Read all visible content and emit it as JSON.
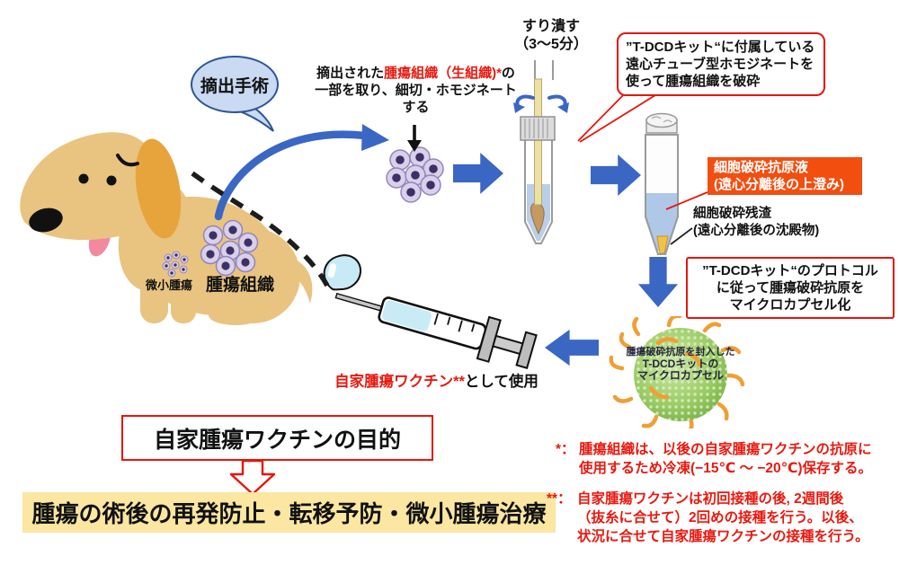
{
  "colors": {
    "flow_arrow_blue": "#3A67C4",
    "red_accent": "#E8140C",
    "red_text": "#E8190F",
    "orange_box_bg": "#F24E10",
    "yellow_box_bg": "#FBE6A2",
    "dog_body": "#E9C480",
    "dog_ear": "#E8A43C",
    "capsule_green": "#8FC25B",
    "bubble_fill": "#C9DAF2",
    "bubble_border": "#2D5597"
  },
  "dog": {
    "surgery_bubble": "摘出手術",
    "micro_tumor_label": "微小腫瘍",
    "tumor_tissue_label": "腫瘍組織"
  },
  "extraction_note": {
    "prefix": "摘出された",
    "highlight": "腫瘍組織（生組織)*",
    "suffix": "の",
    "line2": "一部を取り、細切・ホモジネート",
    "line3": "する"
  },
  "grind": {
    "line1": "すり潰す",
    "line2": "（3～5分）"
  },
  "homogenate_box": {
    "line1": "”T-DCDキット“に付属している",
    "line2": "遠心チューブ型ホモジネートを",
    "line3": "使って腫瘍組織を破砕"
  },
  "antigen_box": {
    "line1": "細胞破砕抗原液",
    "line2": "(遠心分離後の上澄み)"
  },
  "residue": {
    "line1": "細胞破砕残渣",
    "line2": "(遠心分離後の沈殿物)"
  },
  "protocol_box": {
    "line1": "”T-DCDキット“のプロトコル",
    "line2": "に従って腫瘍破砕抗原を",
    "line3": "マイクロカプセル化"
  },
  "capsule_label": {
    "line1": "腫瘍破砕抗原を封入した",
    "line2": "T-DCDキットの",
    "line3": "マイクロカプセル"
  },
  "vaccine_use": {
    "highlight": "自家腫瘍ワクチン**",
    "suffix": "として使用"
  },
  "purpose": {
    "title": "自家腫瘍ワクチンの目的",
    "result": "腫瘍の術後の再発防止・転移予防・微小腫瘍治療"
  },
  "footnotes": {
    "note1_marker": "*：",
    "note1_line1": "腫瘍組織は、以後の自家腫瘍ワクチンの抗原に",
    "note1_line2": "使用するため冷凍(−15℃ ～ −20℃)保存する。",
    "note2_marker": "**：",
    "note2_line1": "自家腫瘍ワクチンは初回接種の後, 2週間後",
    "note2_line2": "（抜糸に合せて）2回めの接種を行う。以後、",
    "note2_line3": "状況に合せて自家腫瘍ワクチンの接種を行う。"
  }
}
